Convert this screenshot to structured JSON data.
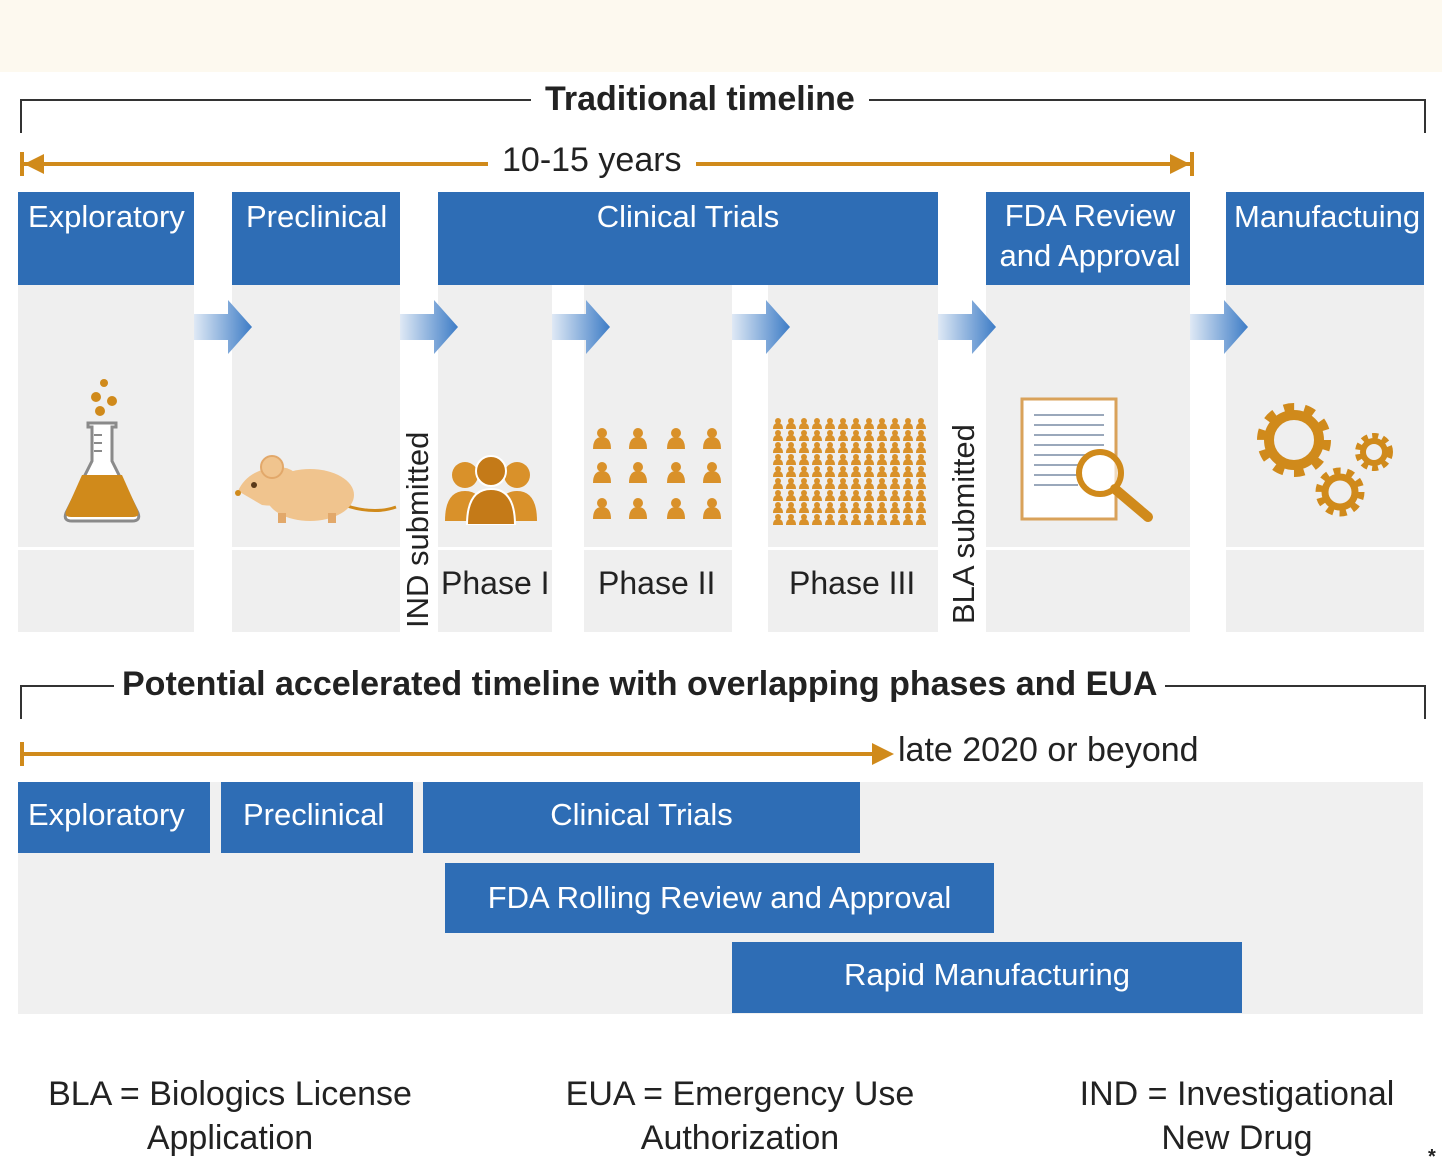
{
  "traditional": {
    "title": "Traditional timeline",
    "duration": "10-15 years",
    "stages": [
      "Exploratory",
      "Preclinical",
      "Clinical Trials",
      "FDA Review and Approval",
      "Manufactuing"
    ],
    "phases": [
      "Phase I",
      "Phase II",
      "Phase III"
    ],
    "ind_label": "IND submitted",
    "bla_label": "BLA submitted"
  },
  "accelerated": {
    "title": "Potential accelerated timeline with overlapping phases and EUA",
    "duration": "late 2020 or beyond",
    "stages": [
      "Exploratory",
      "Preclinical",
      "Clinical Trials",
      "FDA Rolling Review and Approval",
      "Rapid Manufacturing"
    ]
  },
  "legend": [
    {
      "line1": "BLA = Biologics License",
      "line2": "Application"
    },
    {
      "line1": "EUA = Emergency Use",
      "line2": "Authorization"
    },
    {
      "line1": "IND = Investigational",
      "line2": "New Drug"
    }
  ],
  "footnote": "*",
  "colors": {
    "blue": "#2e6db5",
    "orange": "#d08a1b",
    "gray": "#efefef"
  },
  "icons": [
    "flask-icon",
    "mouse-icon",
    "small-group-icon",
    "medium-group-icon",
    "large-group-icon",
    "document-magnifier-icon",
    "gears-icon",
    "right-arrow-icon"
  ]
}
